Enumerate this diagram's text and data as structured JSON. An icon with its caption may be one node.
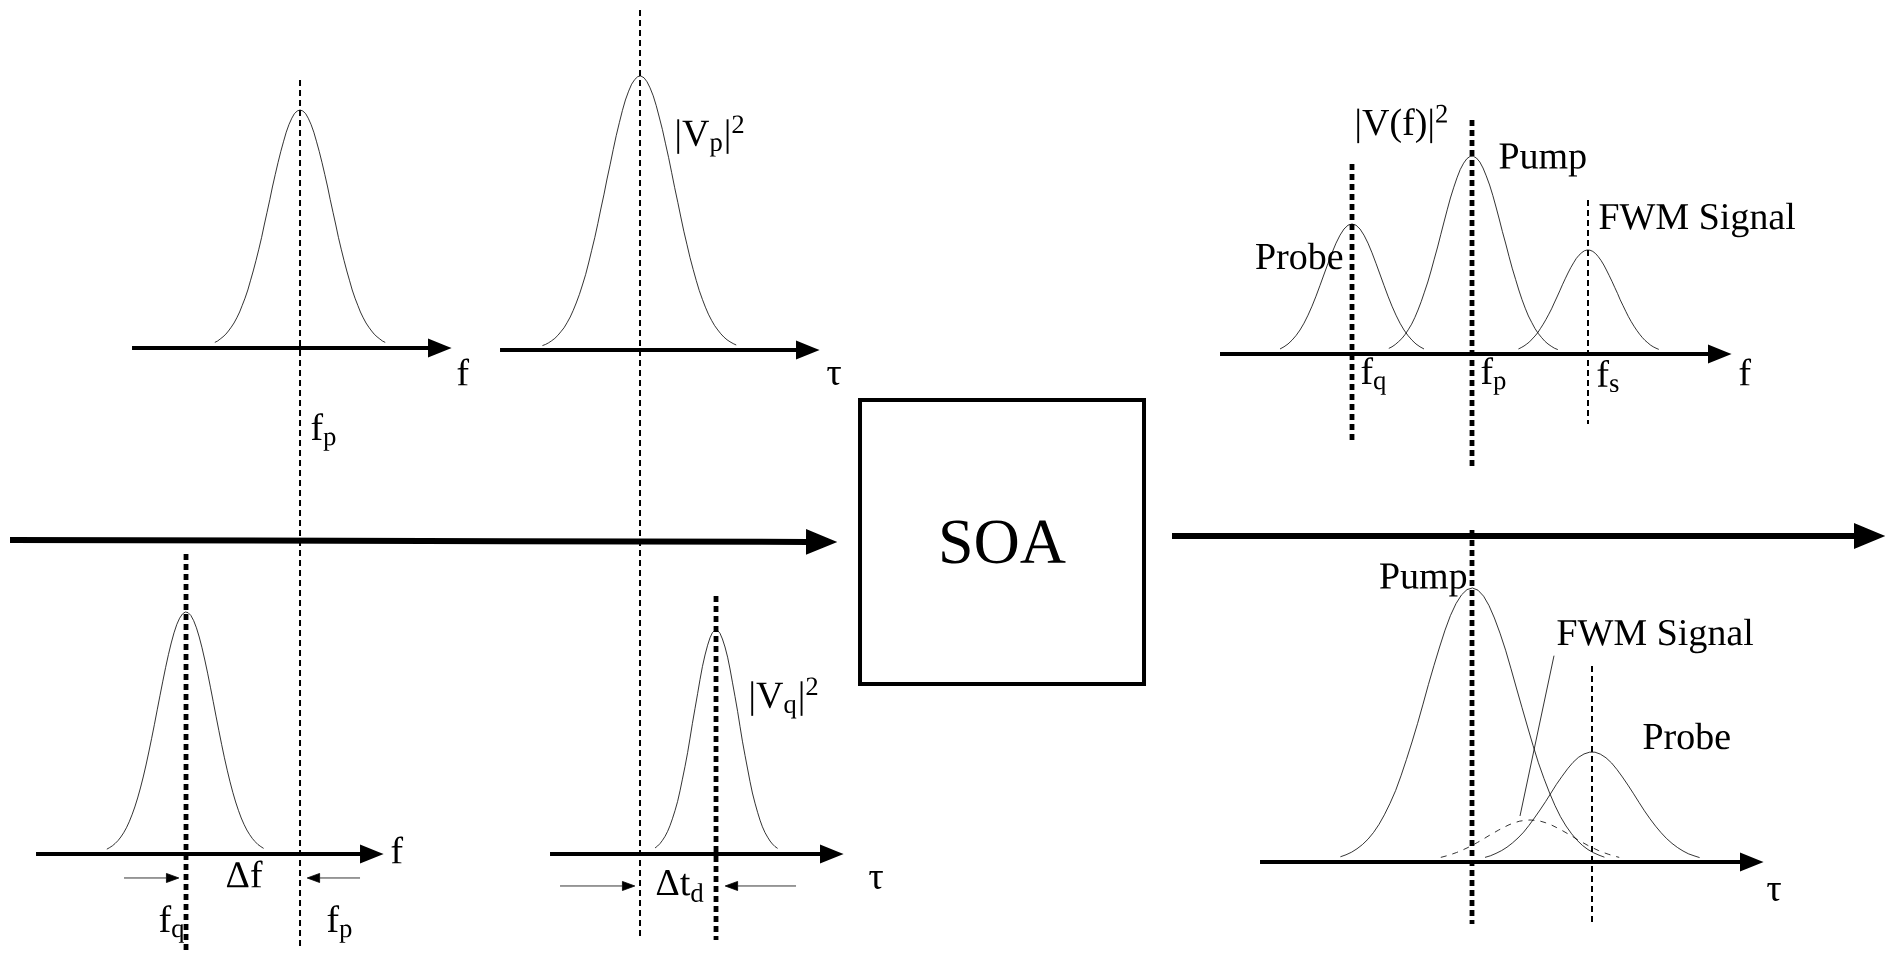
{
  "diagram": {
    "nodes": [
      {
        "text": [
          "SOA"
        ]
      },
      {
        "text": [
          "FWM Signal"
        ]
      }
    ],
    "edges": [
      {
        "from": null,
        "to": 0,
        "arrow": "to"
      },
      {
        "from": 0,
        "to": null,
        "arrow": "to"
      },
      {
        "from": 1,
        "to": null,
        "arrow": "none"
      }
    ],
    "labels": [
      "|V$_{p}$|$^{2}$",
      "|V(f)|$^{2}$",
      "Pump",
      "Probe",
      "FWM Signal",
      "f",
      "τ",
      "f",
      "f$_{p}$",
      "f$_{q}$",
      "f$_{p}$",
      "f$_{s}$",
      "Pump",
      "|V$_{q}$|$^{2}$",
      "Probe",
      "f",
      "τ",
      "Δf",
      "Δt$_{d}$",
      "τ",
      "f$_{q}$",
      "f$_{p}$"
    ]
  }
}
